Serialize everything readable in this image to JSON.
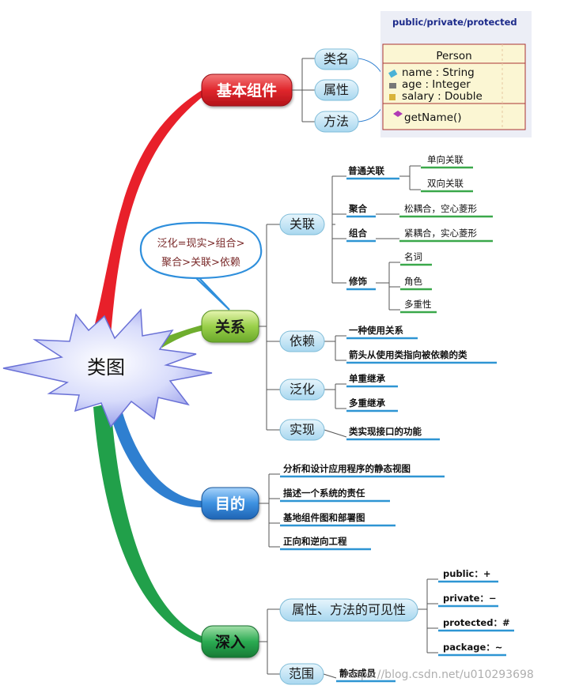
{
  "central": {
    "label": "类图"
  },
  "callout": {
    "line1": "泛化=现实>组合>",
    "line2": "聚合>关联>依赖"
  },
  "basic": {
    "label": "基本组件",
    "items": [
      "类名",
      "属性",
      "方法"
    ]
  },
  "uml": {
    "header": "public/private/protected",
    "class_name": "Person",
    "attributes": [
      "name : String",
      "age : Integer",
      "salary : Double"
    ],
    "methods": [
      "getName()"
    ]
  },
  "relations": {
    "label": "关系",
    "association": {
      "label": "关联",
      "normal": {
        "label": "普通关联",
        "children": [
          "单向关联",
          "双向关联"
        ]
      },
      "aggregation": {
        "label": "聚合",
        "note": "松耦合，空心菱形"
      },
      "composition": {
        "label": "组合",
        "note": "紧耦合，实心菱形"
      },
      "decoration": {
        "label": "修饰",
        "children": [
          "名词",
          "角色",
          "多重性"
        ]
      }
    },
    "dependency": {
      "label": "依赖",
      "children": [
        "一种使用关系",
        "箭头从使用类指向被依赖的类"
      ]
    },
    "generalization": {
      "label": "泛化",
      "children": [
        "单重继承",
        "多重继承"
      ]
    },
    "realization": {
      "label": "实现",
      "children": [
        "类实现接口的功能"
      ]
    }
  },
  "purpose": {
    "label": "目的",
    "items": [
      "分析和设计应用程序的静态视图",
      "描述一个系统的责任",
      "基地组件图和部署图",
      "正向和逆向工程"
    ]
  },
  "deeper": {
    "label": "深入",
    "visibility": {
      "label": "属性、方法的可见性",
      "items": [
        "public：+",
        "private：−",
        "protected：#",
        "package：~"
      ]
    },
    "scope": {
      "label": "范围",
      "children": [
        "静态成员"
      ]
    }
  },
  "watermark": "https://blog.csdn.net/u010293698",
  "colors": {
    "red": "#e8202a",
    "green": "#8cc63f",
    "blue": "#2f86d6",
    "darkgreen": "#21a04a",
    "pill": "#bfe3f3",
    "pill_border": "#7fbcd8",
    "underline_blue": "#2e95d3",
    "underline_green": "#3aa84a"
  }
}
